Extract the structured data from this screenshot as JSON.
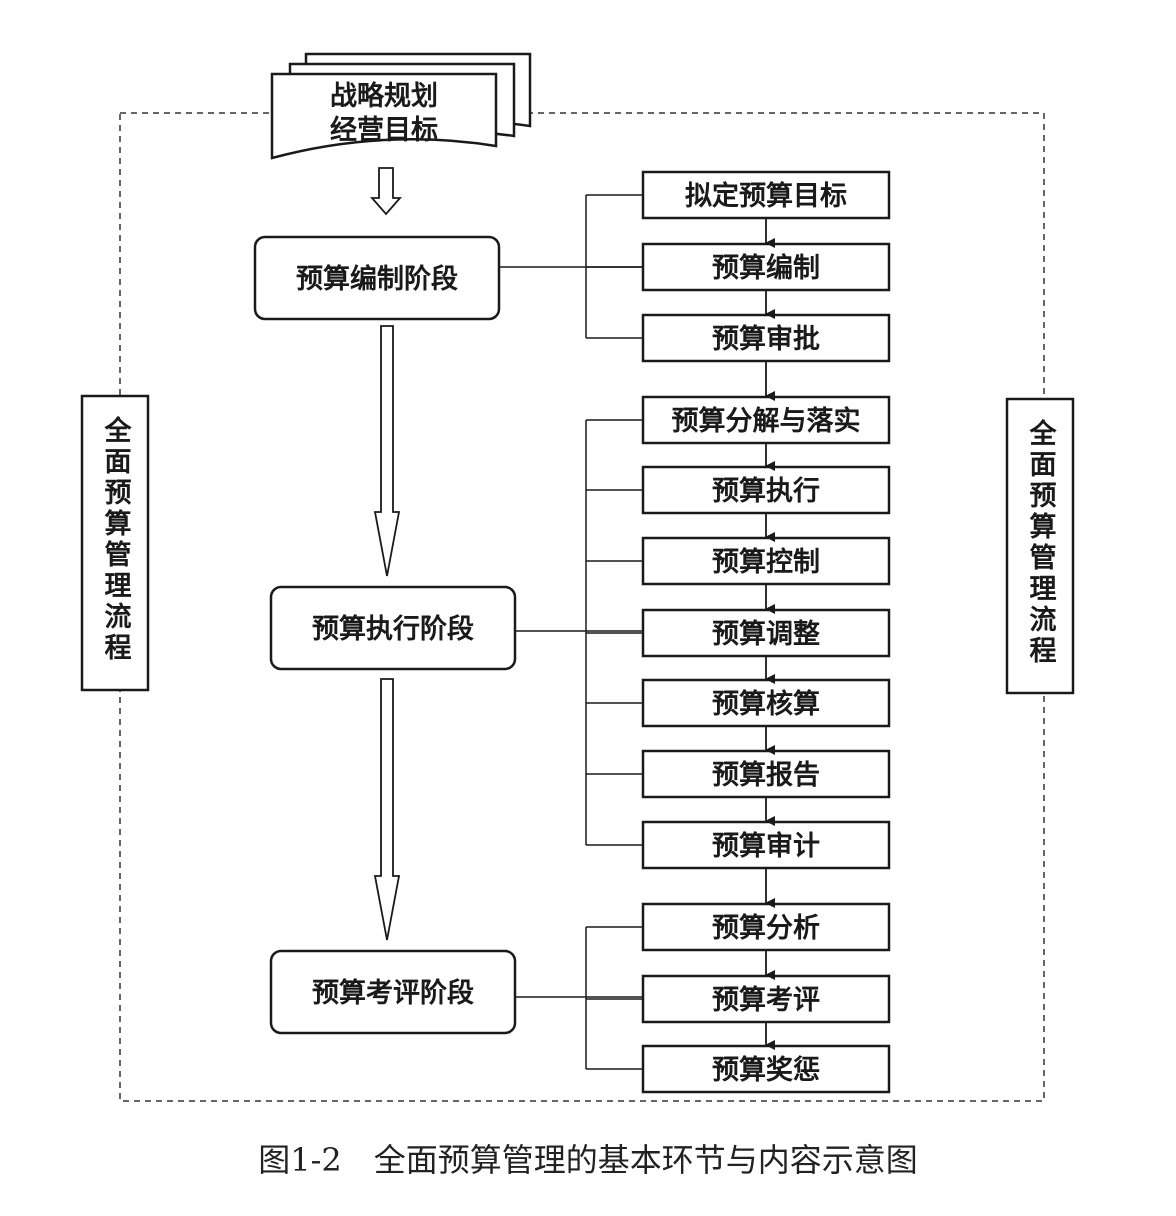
{
  "source_doc": {
    "line1": "战略规划",
    "line2": "经营目标"
  },
  "stages": [
    {
      "label": "预算编制阶段"
    },
    {
      "label": "预算执行阶段"
    },
    {
      "label": "预算考评阶段"
    }
  ],
  "steps": [
    {
      "label": "拟定预算目标"
    },
    {
      "label": "预算编制"
    },
    {
      "label": "预算审批"
    },
    {
      "label": "预算分解与落实"
    },
    {
      "label": "预算执行"
    },
    {
      "label": "预算控制"
    },
    {
      "label": "预算调整"
    },
    {
      "label": "预算核算"
    },
    {
      "label": "预算报告"
    },
    {
      "label": "预算审计"
    },
    {
      "label": "预算分析"
    },
    {
      "label": "预算考评"
    },
    {
      "label": "预算奖惩"
    }
  ],
  "side_labels": {
    "left": "全面预算管理流程",
    "right": "全面预算管理流程"
  },
  "caption": "图1-2　全面预算管理的基本环节与内容示意图"
}
